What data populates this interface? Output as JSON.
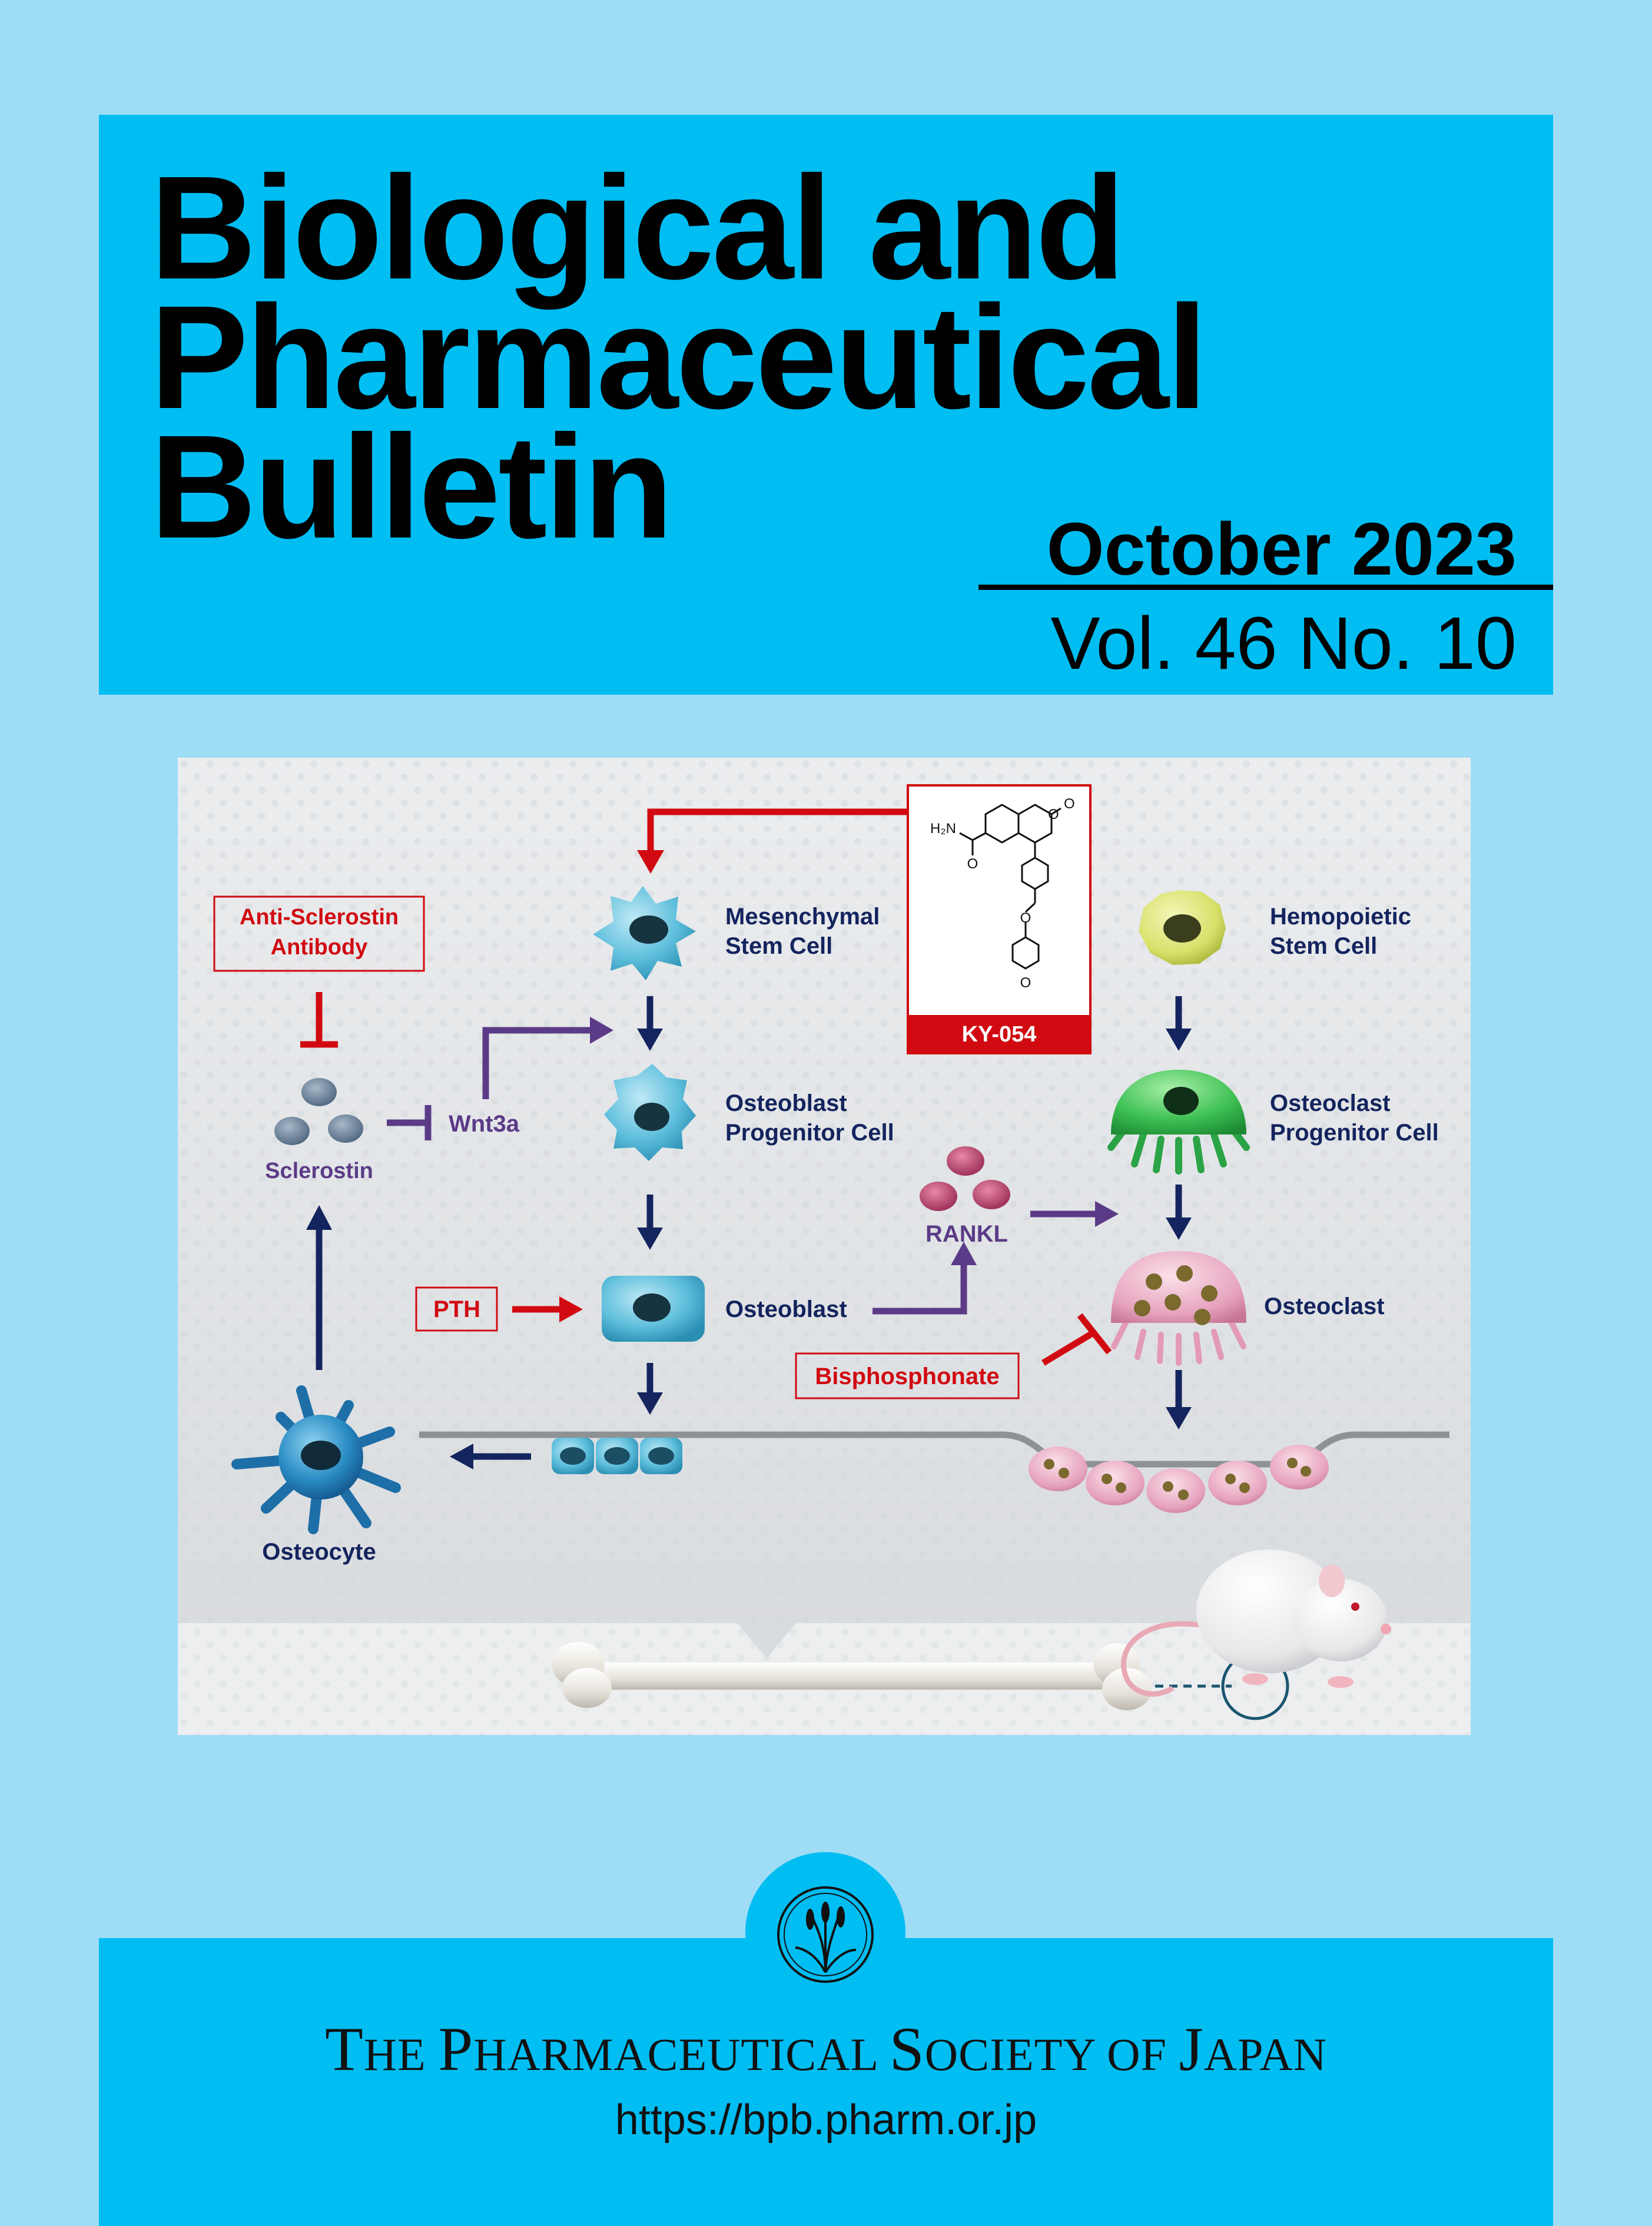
{
  "journal": {
    "title_lines": [
      "Biological and",
      "Pharmaceutical",
      "Bulletin"
    ],
    "issue_date": "October 2023",
    "volume": "Vol. 46 No. 10"
  },
  "figure": {
    "anti_sclerostin": [
      "Anti-Sclerostin",
      "Antibody"
    ],
    "sclerostin": "Sclerostin",
    "wnt3a": "Wnt3a",
    "pth": "PTH",
    "mesenchymal": [
      "Mesenchymal",
      "Stem Cell"
    ],
    "osteoblast_progenitor": [
      "Osteoblast",
      "Progenitor Cell"
    ],
    "osteoblast": "Osteoblast",
    "compound": "KY-054",
    "hemopoietic": [
      "Hemopoietic",
      "Stem Cell"
    ],
    "osteoclast_progenitor": [
      "Osteoclast",
      "Progenitor Cell"
    ],
    "rankl": "RANKL",
    "osteoclast": "Osteoclast",
    "bisphosphonate": "Bisphosphonate",
    "osteocyte": "Osteocyte",
    "chem_labels": [
      "H₂N",
      "O",
      "O",
      "O",
      "O",
      "O"
    ]
  },
  "footer": {
    "publisher_parts": [
      "T",
      "HE ",
      "P",
      "HARMACEUTICAL ",
      "S",
      "OCIETY OF ",
      "J",
      "APAN"
    ],
    "url": "https://bpb.pharm.or.jp"
  },
  "colors": {
    "band": "#00bdf2",
    "background": "#9fdcf6",
    "navy": "#14245e",
    "red": "#d10a11",
    "purple": "#5b3b87"
  }
}
